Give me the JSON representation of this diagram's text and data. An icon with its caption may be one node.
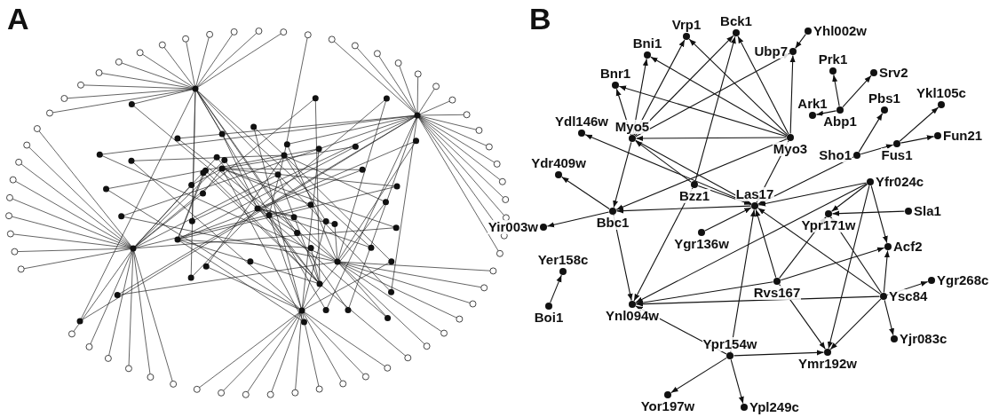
{
  "diagram": {
    "nodes": [
      {
        "text": [
          "Vrp1"
        ]
      },
      {
        "text": [
          "Bck1"
        ]
      },
      {
        "text": [
          "Yhl002w"
        ]
      },
      {
        "text": [
          "Bni1"
        ]
      },
      {
        "text": [
          "Ubp7"
        ]
      },
      {
        "text": [
          "Prk1"
        ]
      },
      {
        "text": [
          "Srv2"
        ]
      },
      {
        "text": [
          "Bnr1"
        ]
      },
      {
        "text": [
          "Ark1"
        ]
      },
      {
        "text": [
          "Abp1"
        ]
      },
      {
        "text": [
          "Pbs1"
        ]
      },
      {
        "text": [
          "Ykl105c"
        ]
      },
      {
        "text": [
          "Ydl146w"
        ]
      },
      {
        "text": [
          "Myo5"
        ]
      },
      {
        "text": [
          "Myo3"
        ]
      },
      {
        "text": [
          "Fun21"
        ]
      },
      {
        "text": [
          "Fus1"
        ]
      },
      {
        "text": [
          "Sho1"
        ]
      },
      {
        "text": [
          "Ydr409w"
        ]
      },
      {
        "text": [
          "Bzz1"
        ]
      },
      {
        "text": [
          "Las17"
        ]
      },
      {
        "text": [
          "Yfr024c"
        ]
      },
      {
        "text": [
          "Ypr171w"
        ]
      },
      {
        "text": [
          "Sla1"
        ]
      },
      {
        "text": [
          "Yir003w"
        ]
      },
      {
        "text": [
          "Bbc1"
        ]
      },
      {
        "text": [
          "Ygr136w"
        ]
      },
      {
        "text": [
          "Acf2"
        ]
      },
      {
        "text": [
          "Yer158c"
        ]
      },
      {
        "text": [
          "Rvs167"
        ]
      },
      {
        "text": [
          "Ysc84"
        ]
      },
      {
        "text": [
          "Ygr268c"
        ]
      },
      {
        "text": [
          "Boi1"
        ]
      },
      {
        "text": [
          "Ynl094w"
        ]
      },
      {
        "text": [
          "Yjr083c"
        ]
      },
      {
        "text": [
          "Ypr154w"
        ]
      },
      {
        "text": [
          "Ymr192w"
        ]
      },
      {
        "text": [
          "Yor197w"
        ]
      },
      {
        "text": [
          "Ypl249c"
        ]
      }
    ],
    "edges": [
      {
        "from": 13,
        "to": 0,
        "arrow": "to"
      },
      {
        "from": 13,
        "to": 3,
        "arrow": "to"
      },
      {
        "from": 13,
        "to": 7,
        "arrow": "to"
      },
      {
        "from": 13,
        "to": 1,
        "arrow": "to"
      },
      {
        "from": 13,
        "to": 4,
        "arrow": "to"
      },
      {
        "from": 13,
        "to": 25,
        "arrow": "to"
      },
      {
        "from": 13,
        "to": 20,
        "arrow": "to"
      },
      {
        "from": 14,
        "to": 0,
        "arrow": "to"
      },
      {
        "from": 14,
        "to": 3,
        "arrow": "to"
      },
      {
        "from": 14,
        "to": 7,
        "arrow": "to"
      },
      {
        "from": 14,
        "to": 1,
        "arrow": "to"
      },
      {
        "from": 14,
        "to": 4,
        "arrow": "to"
      },
      {
        "from": 14,
        "to": 13,
        "arrow": "to"
      },
      {
        "from": 14,
        "to": 20,
        "arrow": "to"
      },
      {
        "from": 14,
        "to": 25,
        "arrow": "to"
      },
      {
        "from": 19,
        "to": 13,
        "arrow": "to"
      },
      {
        "from": 2,
        "to": 4,
        "arrow": "to"
      },
      {
        "from": 19,
        "to": 1,
        "arrow": "to"
      },
      {
        "from": 9,
        "to": 5,
        "arrow": "to"
      },
      {
        "from": 9,
        "to": 6,
        "arrow": "to"
      },
      {
        "from": 9,
        "to": 8,
        "arrow": "to"
      },
      {
        "from": 17,
        "to": 10,
        "arrow": "to"
      },
      {
        "from": 17,
        "to": 16,
        "arrow": "to"
      },
      {
        "from": 17,
        "to": 20,
        "arrow": "to"
      },
      {
        "from": 16,
        "to": 11,
        "arrow": "to"
      },
      {
        "from": 16,
        "to": 15,
        "arrow": "to"
      },
      {
        "from": 20,
        "to": 12,
        "arrow": "to"
      },
      {
        "from": 25,
        "to": 18,
        "arrow": "to"
      },
      {
        "from": 25,
        "to": 24,
        "arrow": "to"
      },
      {
        "from": 25,
        "to": 33,
        "arrow": "to"
      },
      {
        "from": 20,
        "to": 25,
        "arrow": "to"
      },
      {
        "from": 19,
        "to": 20,
        "arrow": "to"
      },
      {
        "from": 26,
        "to": 20,
        "arrow": "to"
      },
      {
        "from": 35,
        "to": 20,
        "arrow": "to"
      },
      {
        "from": 35,
        "to": 37,
        "arrow": "to"
      },
      {
        "from": 35,
        "to": 38,
        "arrow": "to"
      },
      {
        "from": 35,
        "to": 36,
        "arrow": "to"
      },
      {
        "from": 35,
        "to": 33,
        "arrow": "to"
      },
      {
        "from": 21,
        "to": 20,
        "arrow": "to"
      },
      {
        "from": 21,
        "to": 22,
        "arrow": "to"
      },
      {
        "from": 21,
        "to": 27,
        "arrow": "to"
      },
      {
        "from": 21,
        "to": 36,
        "arrow": "to"
      },
      {
        "from": 21,
        "to": 33,
        "arrow": "to"
      },
      {
        "from": 23,
        "to": 22,
        "arrow": "to"
      },
      {
        "from": 29,
        "to": 22,
        "arrow": "to"
      },
      {
        "from": 29,
        "to": 27,
        "arrow": "to"
      },
      {
        "from": 29,
        "to": 36,
        "arrow": "to"
      },
      {
        "from": 29,
        "to": 20,
        "arrow": "to"
      },
      {
        "from": 29,
        "to": 33,
        "arrow": "to"
      },
      {
        "from": 30,
        "to": 27,
        "arrow": "to"
      },
      {
        "from": 30,
        "to": 31,
        "arrow": "to"
      },
      {
        "from": 30,
        "to": 34,
        "arrow": "to"
      },
      {
        "from": 30,
        "to": 36,
        "arrow": "to"
      },
      {
        "from": 30,
        "to": 20,
        "arrow": "to"
      },
      {
        "from": 30,
        "to": 22,
        "arrow": "to"
      },
      {
        "from": 30,
        "to": 33,
        "arrow": "to"
      },
      {
        "from": 32,
        "to": 28,
        "arrow": "to"
      },
      {
        "from": 19,
        "to": 33,
        "arrow": "to"
      }
    ],
    "labels": [
      "A",
      "B"
    ]
  }
}
